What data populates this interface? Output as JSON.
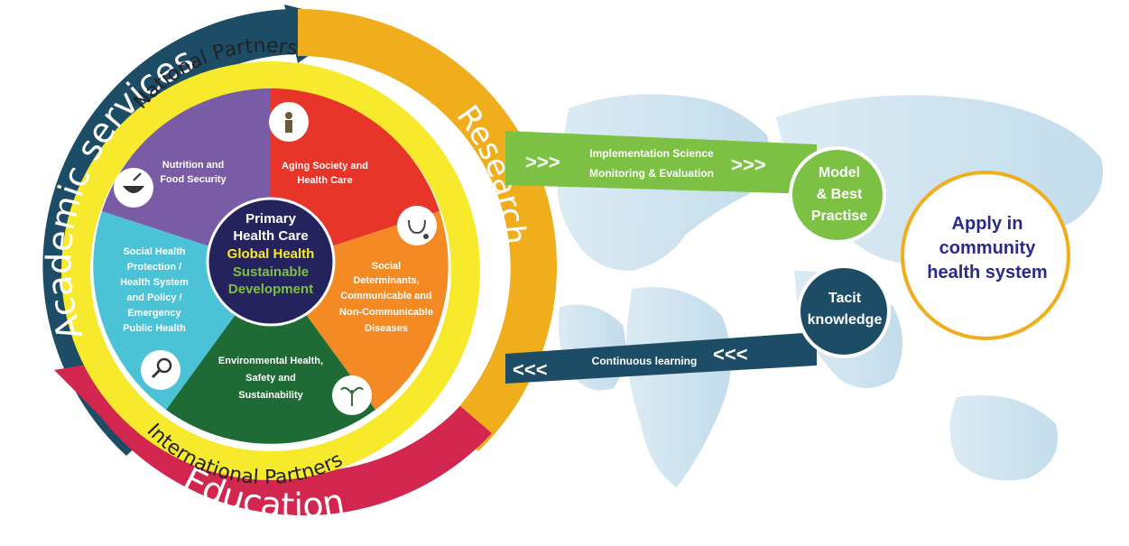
{
  "outer_ring": {
    "academic_services": "Academic services",
    "research": "Research",
    "education": "Education"
  },
  "partner_ring": {
    "national": "National Partners",
    "international": "International Partners"
  },
  "center": {
    "line1": "Primary",
    "line2": "Health Care",
    "line3": "Global Health",
    "line4": "Sustainable",
    "line5": "Development"
  },
  "segments": {
    "aging": [
      "Aging Society and",
      "Health Care"
    ],
    "social_determinants": [
      "Social",
      "Determinants,",
      "Communicable and",
      "Non-Communicable",
      "Diseases"
    ],
    "environmental": [
      "Environmental Health,",
      "Safety and",
      "Sustainability"
    ],
    "social_protection": [
      "Social Health",
      "Protection /",
      "Health System",
      "and Policy /",
      "Emergency",
      "Public Health"
    ],
    "nutrition": [
      "Nutrition and",
      "Food Security"
    ]
  },
  "arrows": {
    "implementation_line1": "Implementation Science",
    "implementation_line2": "Monitoring & Evaluation",
    "continuous": "Continuous learning"
  },
  "nodes": {
    "model": [
      "Model",
      "& Best",
      "Practise"
    ],
    "tacit": [
      "Tacit",
      "knowledge"
    ],
    "apply": [
      "Apply in",
      "community",
      "health system"
    ]
  },
  "colors": {
    "teal_dark": "#1d4d66",
    "orange_gold": "#f0ad1c",
    "crimson": "#d3264f",
    "yellow": "#f7ea2c",
    "aging_red": "#e8352a",
    "social_orange": "#f48a23",
    "env_green": "#1e6b35",
    "protection_cyan": "#4cc2d6",
    "nutrition_purple": "#7a5ca6",
    "center_navy": "#25235e",
    "green_arrow": "#7cc143",
    "apply_blue": "#2a2a8c"
  }
}
